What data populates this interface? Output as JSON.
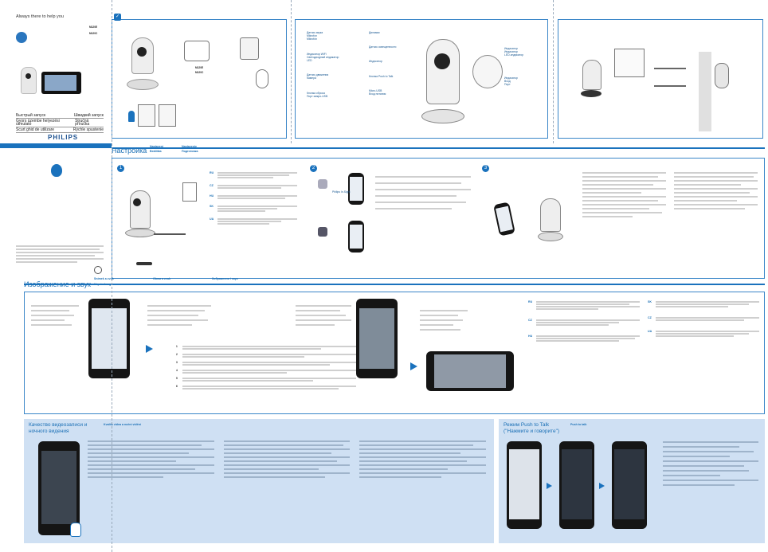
{
  "header": {
    "tagline": "Always there to help you",
    "model_1": "M120E",
    "model_2": "M120C",
    "brand": "PHILIPS",
    "quick_guides": [
      {
        "label": "Быстрый запуск",
        "label2": "Швидкий запуск"
      },
      {
        "label": "Gyors üzembe helyezési útmutató",
        "label2": "Stručná příručka"
      },
      {
        "label": "Scurt ghid de utilizare",
        "label2": "Rýchle spustenie"
      }
    ]
  },
  "box_contents": {
    "item_labels": [
      "M120E",
      "M120C"
    ]
  },
  "overview": {
    "labels_left": [
      "Датчик звука",
      "Mikrofon",
      "Mikrofón",
      "Индикатор WiFi",
      "Светодиодный индикатор",
      "LED",
      "Датчик движения",
      "Камера",
      "Кнопка сброса",
      "Порт микро-USB"
    ],
    "labels_right": [
      "Динамик",
      "Датчик освещенности",
      "Индикатор",
      "Кнопка Push to Talk",
      "Micro-USB",
      "Вход питания"
    ],
    "labels_far_right": [
      "Индикатор",
      "Индикатор",
      "LED-индикатор",
      "Индикатор",
      "Вход",
      "Порт"
    ]
  },
  "setup": {
    "title": "Настройка",
    "subtitle_1": "Nastavení",
    "subtitle_2": "Beállítás",
    "subtitle_3": "Nastavenie",
    "subtitle_4": "Подготовка",
    "step_1": "1",
    "step_2": "2",
    "step_3": "3",
    "lang_codes": [
      "RU",
      "CZ",
      "HU",
      "SK",
      "UA"
    ],
    "app_name": "Philips In.Sight"
  },
  "image_sound": {
    "title": "Изображение и звук",
    "subtitle_1": "Snímek a zvuk",
    "subtitle_2": "Kép és hang",
    "subtitle_3": "Obraz a zvuk",
    "subtitle_4": "Зображення і звук",
    "lang_codes": [
      "RU",
      "CZ",
      "HU",
      "SK",
      "UA"
    ],
    "numbers": [
      "1",
      "2",
      "3",
      "4",
      "5",
      "6"
    ]
  },
  "quality": {
    "title": "Качество видеозаписи и ночного видения",
    "subtitle": "Kvalita videa a noční vidění"
  },
  "push_to_talk": {
    "title": "Режим Push to Talk",
    "title_2": "(\"Нажмите и говорите\")",
    "subtitle": "Push to talk"
  }
}
